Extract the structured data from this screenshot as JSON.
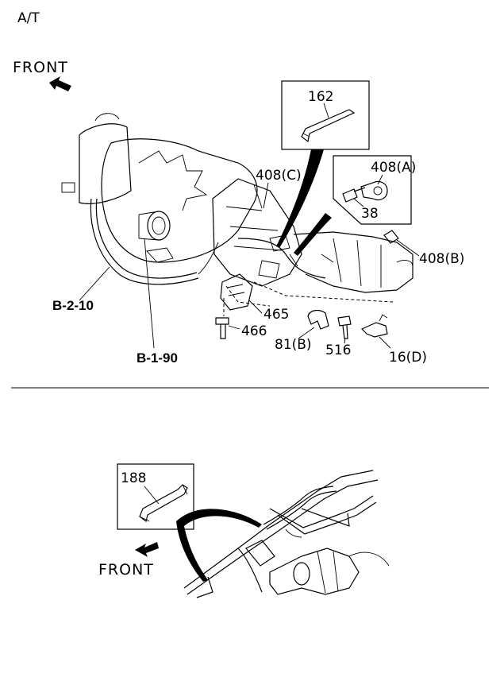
{
  "header": {
    "section_code": "A/T"
  },
  "top_diagram": {
    "direction_label": "FRONT",
    "callouts": {
      "c162": "162",
      "c408c": "408(C)",
      "c408a": "408(A)",
      "c38": "38",
      "c408b": "408(B)",
      "c465": "465",
      "c466": "466",
      "c81b": "81(B)",
      "c516": "516",
      "c16d": "16(D)"
    },
    "references": {
      "r_b210": "B-2-10",
      "r_b190": "B-1-90"
    }
  },
  "bottom_diagram": {
    "direction_label": "FRONT",
    "callouts": {
      "c188": "188"
    }
  }
}
